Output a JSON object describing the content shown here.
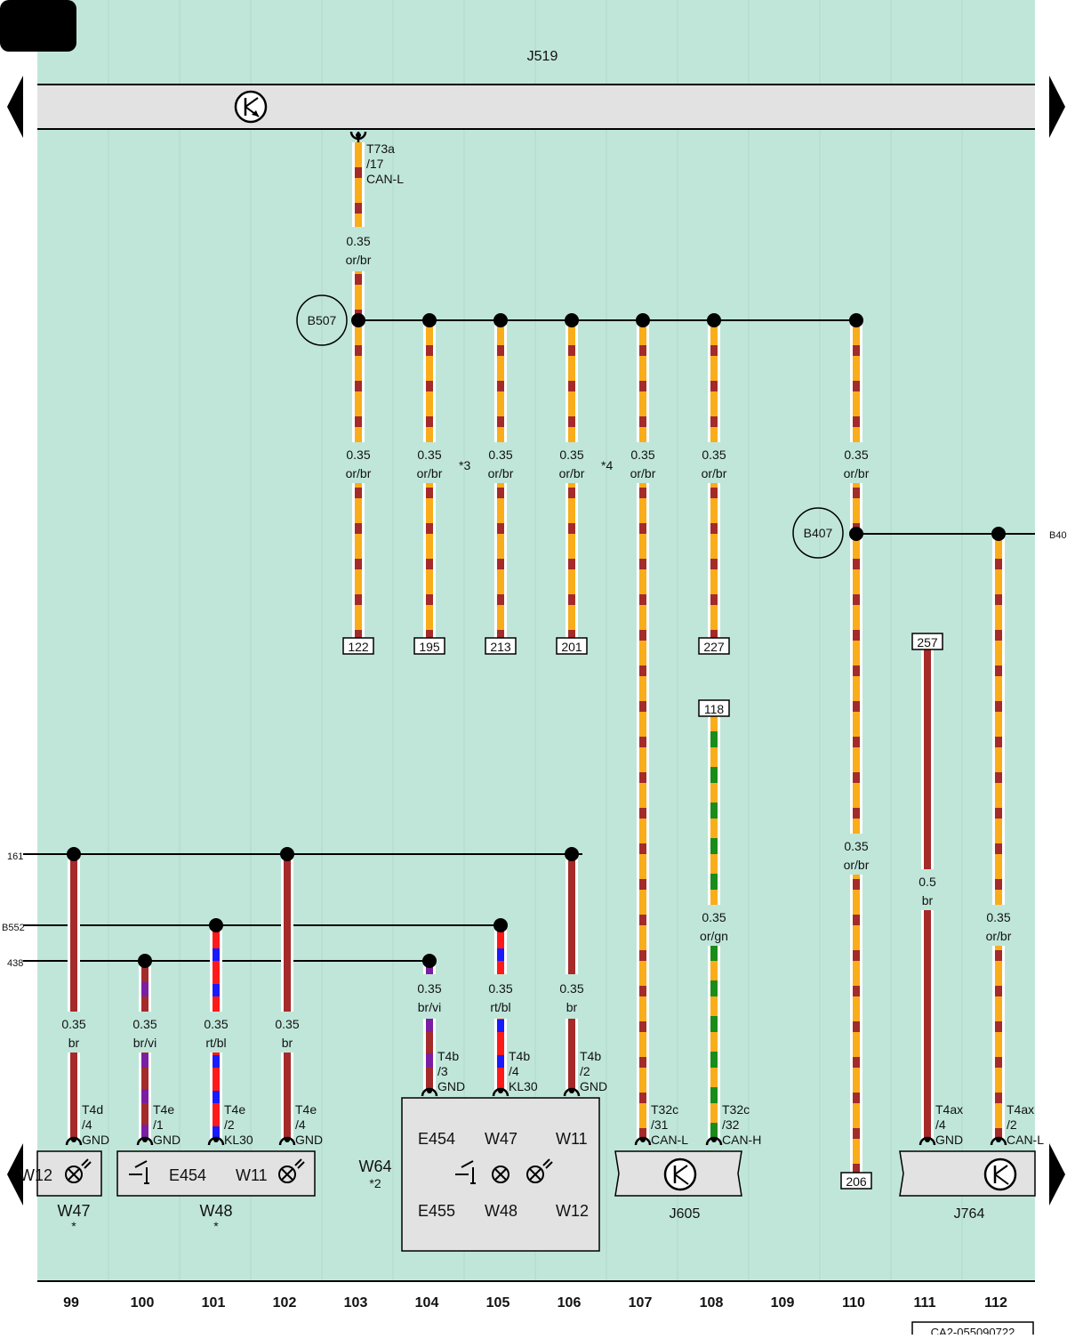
{
  "diagram": {
    "component_label": "J519",
    "terminal_t73a": [
      "T73a",
      "/17",
      "CAN-L"
    ],
    "splices": {
      "b507": "B507",
      "b407": "B407",
      "b40_edge": "B40"
    },
    "left_refs": {
      "r161": "161",
      "rb552": "B552",
      "r438": "438"
    },
    "wire_labels": {
      "w403_top": [
        "0.35",
        "or/br"
      ],
      "w403": [
        "0.35",
        "or/br"
      ],
      "w483": [
        "0.35",
        "or/br"
      ],
      "w563": [
        "0.35",
        "or/br"
      ],
      "w643": [
        "0.35",
        "or/br"
      ],
      "w723": [
        "0.35",
        "or/br"
      ],
      "w803": [
        "0.35",
        "or/br"
      ],
      "w963": [
        "0.35",
        "or/br"
      ],
      "w963_low": [
        "0.35",
        "or/br"
      ],
      "w803_low": [
        "0.35",
        "or/gn"
      ],
      "w1043": [
        "0.5",
        "br"
      ],
      "w1123": [
        "0.35",
        "or/br"
      ],
      "w83": [
        "0.35",
        "br"
      ],
      "w163": [
        "0.35",
        "br/vi"
      ],
      "w243": [
        "0.35",
        "rt/bl"
      ],
      "w323": [
        "0.35",
        "br"
      ],
      "w483_low": [
        "0.35",
        "br/vi"
      ],
      "w563_low": [
        "0.35",
        "rt/bl"
      ],
      "w643_low": [
        "0.35",
        "br"
      ]
    },
    "notes": {
      "n3": "*3",
      "n4": "*4"
    },
    "refboxes": {
      "r122": "122",
      "r195": "195",
      "r213": "213",
      "r201": "201",
      "r227": "227",
      "r118": "118",
      "r257": "257",
      "r206": "206"
    },
    "terminals": {
      "t83": [
        "T4d",
        "/4",
        "GND"
      ],
      "t163": [
        "T4e",
        "/1",
        "GND"
      ],
      "t243": [
        "T4e",
        "/2",
        "KL30"
      ],
      "t323": [
        "T4e",
        "/4",
        "GND"
      ],
      "t483": [
        "T4b",
        "/3",
        "GND"
      ],
      "t563": [
        "T4b",
        "/4",
        "KL30"
      ],
      "t643": [
        "T4b",
        "/2",
        "GND"
      ],
      "t723": [
        "T32c",
        "/31",
        "CAN-L"
      ],
      "t803": [
        "T32c",
        "/32",
        "CAN-H"
      ],
      "t1043": [
        "T4ax",
        "/4",
        "GND"
      ],
      "t1123": [
        "T4ax",
        "/2",
        "CAN-L"
      ]
    },
    "components": {
      "w12_left": "W12",
      "w47": "W47",
      "w47_star": "*",
      "e454": "E454",
      "w11": "W11",
      "w48": "W48",
      "w48_star": "*",
      "w64": "W64",
      "w64_note": "*2",
      "w64_e454": "E454",
      "w64_w47": "W47",
      "w64_w11": "W11",
      "w64_e455": "E455",
      "w64_w48": "W48",
      "w64_w12": "W12",
      "j605": "J605",
      "j764": "J764"
    },
    "columns": [
      "99",
      "100",
      "101",
      "102",
      "103",
      "104",
      "105",
      "106",
      "107",
      "108",
      "109",
      "110",
      "111",
      "112"
    ],
    "doc_code": "CA2-055090722",
    "colors": {
      "background": "#c0e6da",
      "or": "#f9ad1a",
      "br": "#a52a2a",
      "gn": "#1a8c1a",
      "vi": "#7b1fa2",
      "rt": "#ff1a1a",
      "bl": "#1a1aff",
      "component_fill": "#e2e2e2"
    }
  }
}
